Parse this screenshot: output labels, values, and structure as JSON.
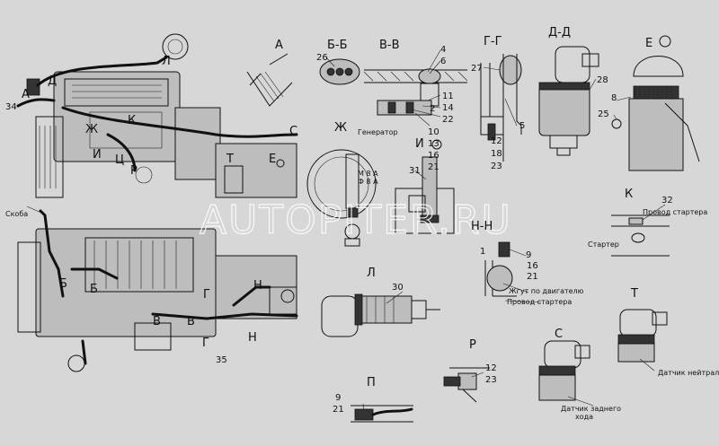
{
  "watermark": "AUTOPITER.RU",
  "section_labels": {
    "A": "А",
    "BB": "Б-Б",
    "VV": "В-В",
    "GG": "Г-Г",
    "DD": "Д-Д",
    "E": "Е",
    "ZH": "Ж",
    "I": "И",
    "K": "К",
    "NN": "Н-Н",
    "L": "Л",
    "R": "Р",
    "S": "С",
    "T": "Т",
    "P": "П"
  },
  "engine_callouts": {
    "D": "Д",
    "L": "Л",
    "ZH": "Ж",
    "K": "К",
    "I": "И",
    "TS": "Ц",
    "R": "Р",
    "S": "С",
    "T": "Т",
    "E": "Е",
    "A": "А",
    "num34": "34",
    "B1": "Б",
    "B2": "Б",
    "V1": "В",
    "V2": "В",
    "G1": "Г",
    "G2": "Г",
    "N1": "Н",
    "N2": "Н",
    "num35": "35",
    "skoba": "Скоба"
  },
  "part_numbers": {
    "bb_26": "26",
    "vv": [
      "4",
      "6",
      "11",
      "14",
      "22",
      "10",
      "13",
      "16",
      "21",
      "2"
    ],
    "gg_27": "27",
    "gg_5": "5",
    "gg_12": "12",
    "gg_18": "18",
    "gg_23": "23",
    "dd_28": "28",
    "e_8": "8",
    "e_25": "25",
    "i_31": "31",
    "k_32": "32",
    "nn": [
      "1",
      "9",
      "16",
      "21"
    ],
    "l_30": "30",
    "r": [
      "12",
      "23"
    ],
    "p": [
      "9",
      "21"
    ]
  },
  "texts": {
    "generator": "Генератор",
    "zh_note1": "M 8 A",
    "zh_note2": "Ф 8 A",
    "starter_wire_k": "Провод стартера",
    "starter": "Стартер",
    "harness_engine": "Жгут по двигателю",
    "starter_wire_nn": "Провод стартера",
    "neutral_sensor": "Датчик нейтрали",
    "reverse_sensor_1": "Датчик заднего",
    "reverse_sensor_2": "хода"
  }
}
